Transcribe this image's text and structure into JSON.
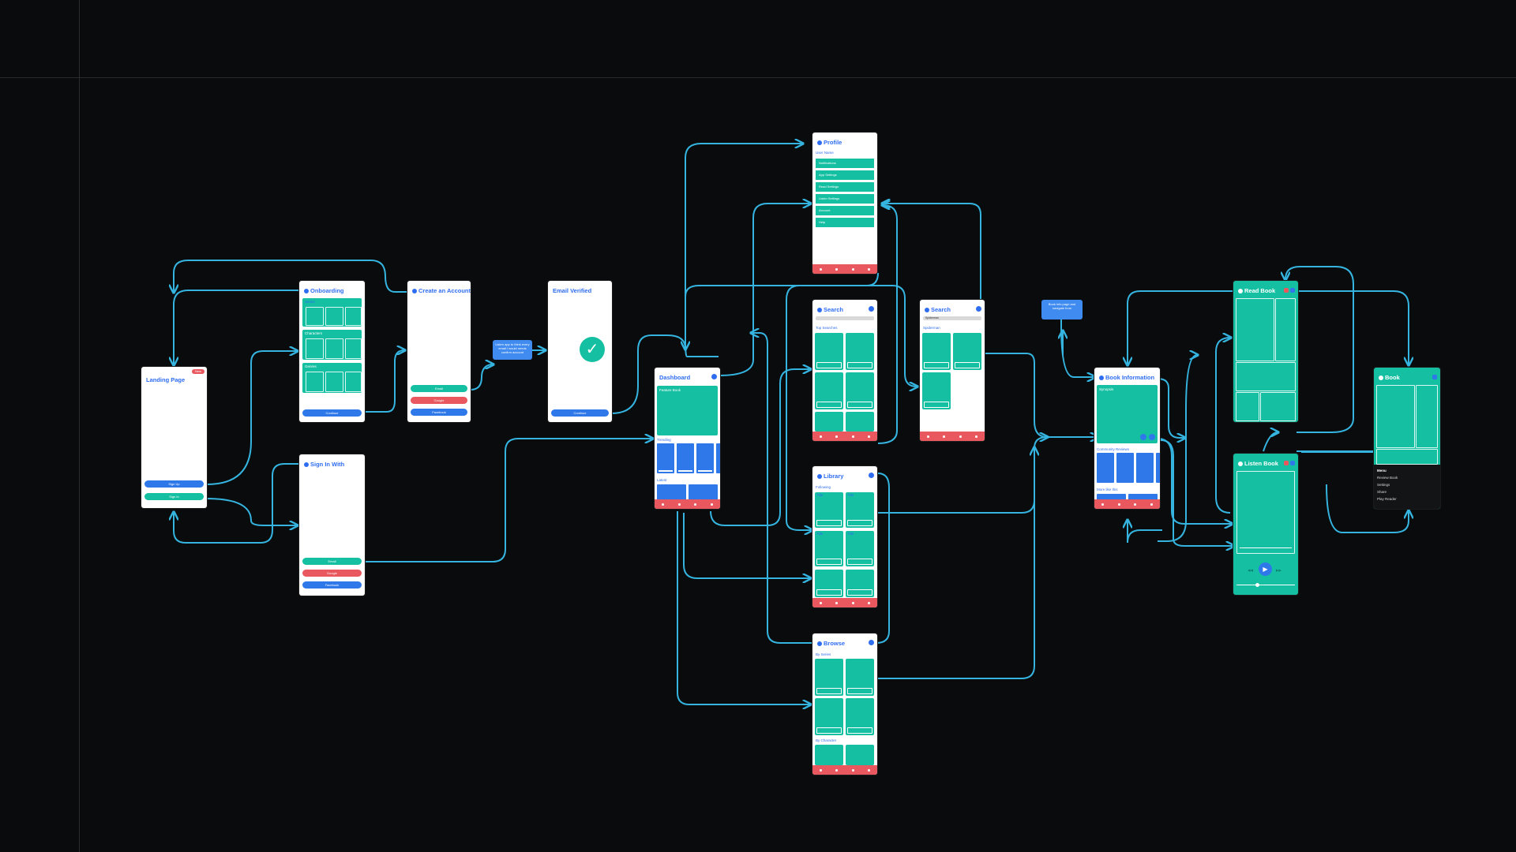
{
  "colors": {
    "background": "#0a0b0c",
    "connector": "#35b4e0",
    "brand_blue": "#2f6df0",
    "teal": "#15c0a2",
    "red": "#e8585e"
  },
  "screens": {
    "landing": {
      "title": "Landing Page",
      "badge": "New",
      "sign_up": "Sign Up",
      "sign_in": "Sign In"
    },
    "onboarding": {
      "title": "Onboarding",
      "sections": [
        "Series",
        "Characters",
        "Genres"
      ],
      "continue": "Continue"
    },
    "create_account": {
      "title": "Create an Account",
      "email": "Email",
      "google": "Google",
      "facebook": "Facebook"
    },
    "note_email": "Listen app to think every email I would needs confirm account",
    "email_verified": {
      "title": "Email Verified",
      "continue": "Continue"
    },
    "sign_in_with": {
      "title": "Sign In With",
      "email": "Email",
      "google": "Google",
      "facebook": "Facebook"
    },
    "dashboard": {
      "title": "Dashboard",
      "feature": "Feature Book",
      "trending": "Trending",
      "latest": "Latest"
    },
    "profile": {
      "title": "Profile",
      "user_name": "User Name",
      "items": [
        "Notifications",
        "App Settings",
        "Read Settings",
        "Listen Settings",
        "Account",
        "Help"
      ]
    },
    "search": {
      "title": "Search",
      "top_searches": "Top Searches"
    },
    "search_results": {
      "title": "Search",
      "query": "Spiderman",
      "results_label": "Spiderman"
    },
    "library": {
      "title": "Library",
      "following": "Following",
      "row_labels": [
        "Title",
        "Title",
        "Title",
        "Title",
        "Title",
        "Title"
      ]
    },
    "browse": {
      "title": "Browse",
      "by_genre": "By Series",
      "by_character": "By Character"
    },
    "note_book": "Book info page and navigate from",
    "book_info": {
      "title": "Book Information",
      "synopsis": "Synopsis",
      "community": "Community Reviews",
      "more": "More like this"
    },
    "read_book": {
      "title": "Read Book"
    },
    "listen_book": {
      "title": "Listen Book"
    },
    "book": {
      "title": "Book",
      "menu_title": "Menu",
      "menu": [
        "Review Book",
        "Settings",
        "Share",
        "Play Reader"
      ]
    }
  }
}
